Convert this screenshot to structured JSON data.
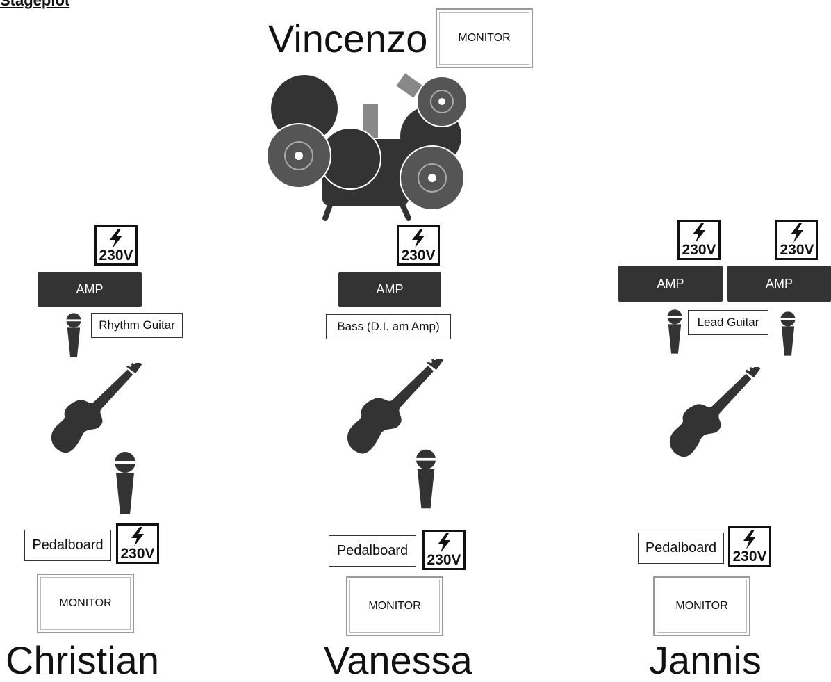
{
  "page": {
    "title": "Stageplot"
  },
  "drummer": {
    "name": "Vincenzo",
    "monitor": "MONITOR"
  },
  "christian": {
    "name": "Christian",
    "power_top": "230V",
    "amp": "AMP",
    "mic_label": "Rhythm Guitar",
    "pedalboard": "Pedalboard",
    "power_bottom": "230V",
    "monitor": "MONITOR"
  },
  "vanessa": {
    "name": "Vanessa",
    "power_top": "230V",
    "amp": "AMP",
    "amp_label": "Bass (D.I. am Amp)",
    "pedalboard": "Pedalboard",
    "power_bottom": "230V",
    "monitor": "MONITOR"
  },
  "jannis": {
    "name": "Jannis",
    "power_left": "230V",
    "power_right": "230V",
    "amp_left": "AMP",
    "amp_right": "AMP",
    "mic_label": "Lead Guitar",
    "pedalboard": "Pedalboard",
    "power_bottom": "230V",
    "monitor": "MONITOR"
  }
}
